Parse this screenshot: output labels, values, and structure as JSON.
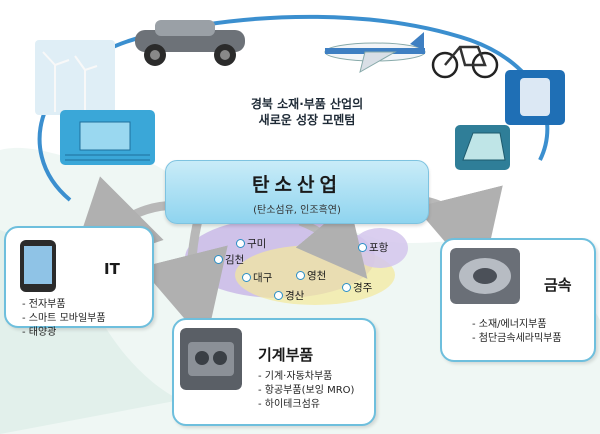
{
  "caption": {
    "line1": "경북 소재·부품 산업의",
    "line2": "새로운 성장 모멘텀"
  },
  "hub": {
    "title": "탄소산업",
    "subtitle": "(탄소섬유, 인조흑연)"
  },
  "it_box": {
    "title": "IT",
    "items": [
      "- 전자부품",
      "- 스마트 모바일부품",
      "- 태양광"
    ]
  },
  "machine_box": {
    "title": "기계부품",
    "items": [
      "- 기계·자동차부품",
      "- 항공부품(보잉 MRO)",
      "- 하이테크섬유"
    ]
  },
  "metal_box": {
    "title": "금속",
    "items": [
      "- 소재/에너지부품",
      "- 첨단금속세라믹부품"
    ]
  },
  "cities": [
    "구미",
    "김천",
    "포항",
    "대구",
    "영천",
    "경주",
    "경산"
  ],
  "colors": {
    "hub": "#a8def3",
    "box_border": "#6ebfdd",
    "ring": "#3b8fcf",
    "region_purple": "#c9b8e6",
    "region_yellow": "#f3e89a",
    "arrow": "#b8b8b8",
    "city_dot": "#2a8fc7"
  },
  "icons": [
    "car-chassis-photo",
    "airplane-photo",
    "bicycle-photo",
    "wind-turbine-photo",
    "circuit-board-photo",
    "turbine-part-photo",
    "windshield-photo",
    "smartphone-photo",
    "engine-photo",
    "metal-part-photo"
  ]
}
